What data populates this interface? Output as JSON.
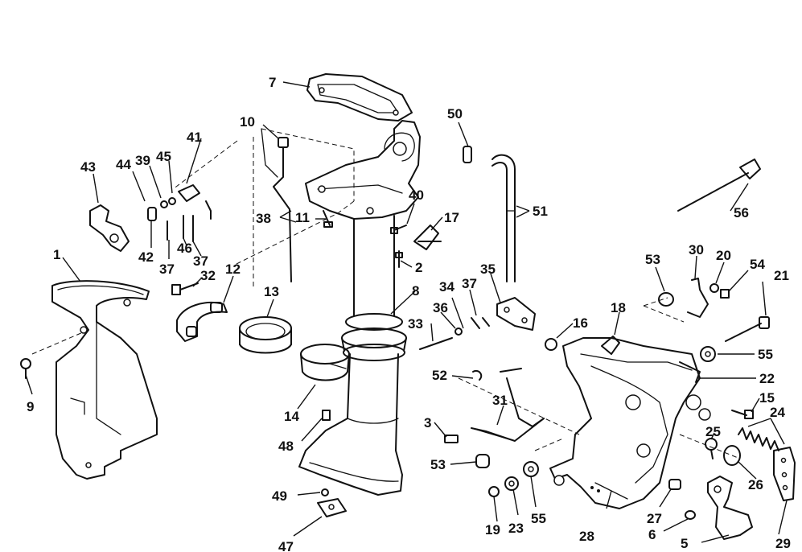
{
  "diagram": {
    "callouts": [
      {
        "id": "c1",
        "text": "1"
      },
      {
        "id": "c2",
        "text": "2"
      },
      {
        "id": "c3",
        "text": "3"
      },
      {
        "id": "c5",
        "text": "5"
      },
      {
        "id": "c6",
        "text": "6"
      },
      {
        "id": "c7",
        "text": "7"
      },
      {
        "id": "c8",
        "text": "8"
      },
      {
        "id": "c9",
        "text": "9"
      },
      {
        "id": "c10",
        "text": "10"
      },
      {
        "id": "c11",
        "text": "11"
      },
      {
        "id": "c12",
        "text": "12"
      },
      {
        "id": "c13",
        "text": "13"
      },
      {
        "id": "c14",
        "text": "14"
      },
      {
        "id": "c15",
        "text": "15"
      },
      {
        "id": "c16",
        "text": "16"
      },
      {
        "id": "c17",
        "text": "17"
      },
      {
        "id": "c18",
        "text": "18"
      },
      {
        "id": "c19",
        "text": "19"
      },
      {
        "id": "c20",
        "text": "20"
      },
      {
        "id": "c21",
        "text": "21"
      },
      {
        "id": "c22",
        "text": "22"
      },
      {
        "id": "c23",
        "text": "23"
      },
      {
        "id": "c24",
        "text": "24"
      },
      {
        "id": "c25",
        "text": "25"
      },
      {
        "id": "c26",
        "text": "26"
      },
      {
        "id": "c27",
        "text": "27"
      },
      {
        "id": "c28",
        "text": "28"
      },
      {
        "id": "c29",
        "text": "29"
      },
      {
        "id": "c30",
        "text": "30"
      },
      {
        "id": "c31",
        "text": "31"
      },
      {
        "id": "c32",
        "text": "32"
      },
      {
        "id": "c33",
        "text": "33"
      },
      {
        "id": "c34",
        "text": "34"
      },
      {
        "id": "c35",
        "text": "35"
      },
      {
        "id": "c36",
        "text": "36"
      },
      {
        "id": "c37a",
        "text": "37"
      },
      {
        "id": "c37b",
        "text": "37"
      },
      {
        "id": "c37c",
        "text": "37"
      },
      {
        "id": "c38",
        "text": "38"
      },
      {
        "id": "c39",
        "text": "39"
      },
      {
        "id": "c40",
        "text": "40"
      },
      {
        "id": "c41",
        "text": "41"
      },
      {
        "id": "c42",
        "text": "42"
      },
      {
        "id": "c43",
        "text": "43"
      },
      {
        "id": "c44",
        "text": "44"
      },
      {
        "id": "c45",
        "text": "45"
      },
      {
        "id": "c46",
        "text": "46"
      },
      {
        "id": "c47",
        "text": "47"
      },
      {
        "id": "c48",
        "text": "48"
      },
      {
        "id": "c49",
        "text": "49"
      },
      {
        "id": "c50",
        "text": "50"
      },
      {
        "id": "c51",
        "text": "51"
      },
      {
        "id": "c52",
        "text": "52"
      },
      {
        "id": "c53a",
        "text": "53"
      },
      {
        "id": "c53b",
        "text": "53"
      },
      {
        "id": "c54",
        "text": "54"
      },
      {
        "id": "c55a",
        "text": "55"
      },
      {
        "id": "c55b",
        "text": "55"
      },
      {
        "id": "c56",
        "text": "56"
      }
    ]
  }
}
